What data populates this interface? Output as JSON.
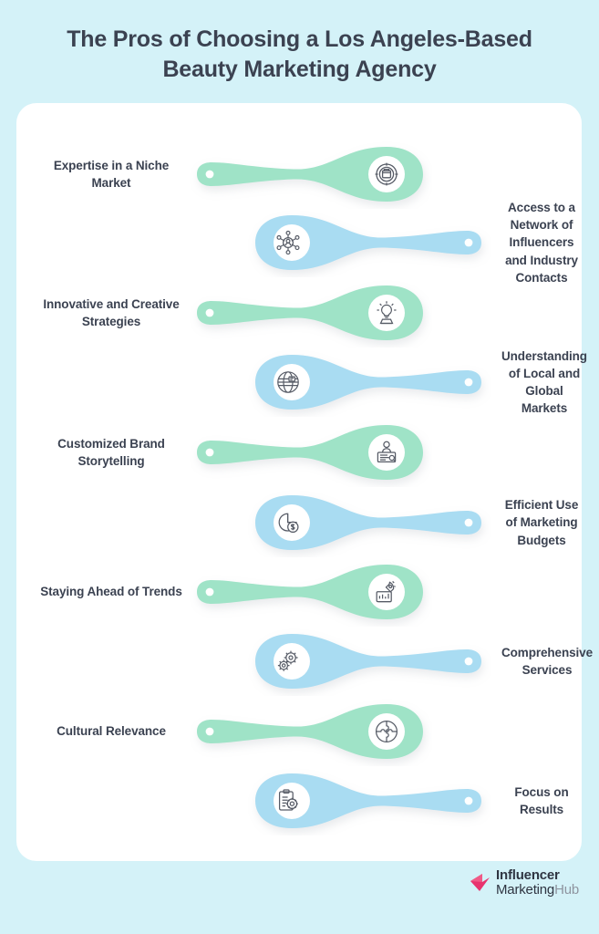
{
  "title": "The Pros of Choosing a Los Angeles-Based Beauty Marketing Agency",
  "colors": {
    "page_background": "#d4f2f8",
    "card_background": "#ffffff",
    "green_pod": "#9fe3c7",
    "blue_pod": "#a9dcf2",
    "text": "#3b4251",
    "logo_pink": "#e8336e",
    "logo_gray": "#8e949f"
  },
  "items": [
    {
      "label": "Expertise in a Niche Market",
      "side": "left",
      "color": "green",
      "icon": "target-product-icon"
    },
    {
      "label": "Access to a Network of Influencers and Industry Contacts",
      "side": "right",
      "color": "blue",
      "icon": "network-people-icon"
    },
    {
      "label": "Innovative and Creative Strategies",
      "side": "left",
      "color": "green",
      "icon": "lightbulb-idea-icon"
    },
    {
      "label": "Understanding of Local and Global Markets",
      "side": "right",
      "color": "blue",
      "icon": "globe-markets-icon"
    },
    {
      "label": "Customized Brand Storytelling",
      "side": "left",
      "color": "green",
      "icon": "presenter-storytelling-icon"
    },
    {
      "label": "Efficient Use of Marketing Budgets",
      "side": "right",
      "color": "blue",
      "icon": "money-budget-icon"
    },
    {
      "label": "Staying Ahead of Trends",
      "side": "left",
      "color": "green",
      "icon": "trend-rocket-icon"
    },
    {
      "label": "Comprehensive Services",
      "side": "right",
      "color": "blue",
      "icon": "gears-services-icon"
    },
    {
      "label": "Cultural Relevance",
      "side": "left",
      "color": "green",
      "icon": "puzzle-culture-icon"
    },
    {
      "label": "Focus on Results",
      "side": "right",
      "color": "blue",
      "icon": "clipboard-results-icon"
    }
  ],
  "footer": {
    "logo_line1": "Influencer",
    "logo_line2_a": "Marketing",
    "logo_line2_b": "Hub"
  }
}
